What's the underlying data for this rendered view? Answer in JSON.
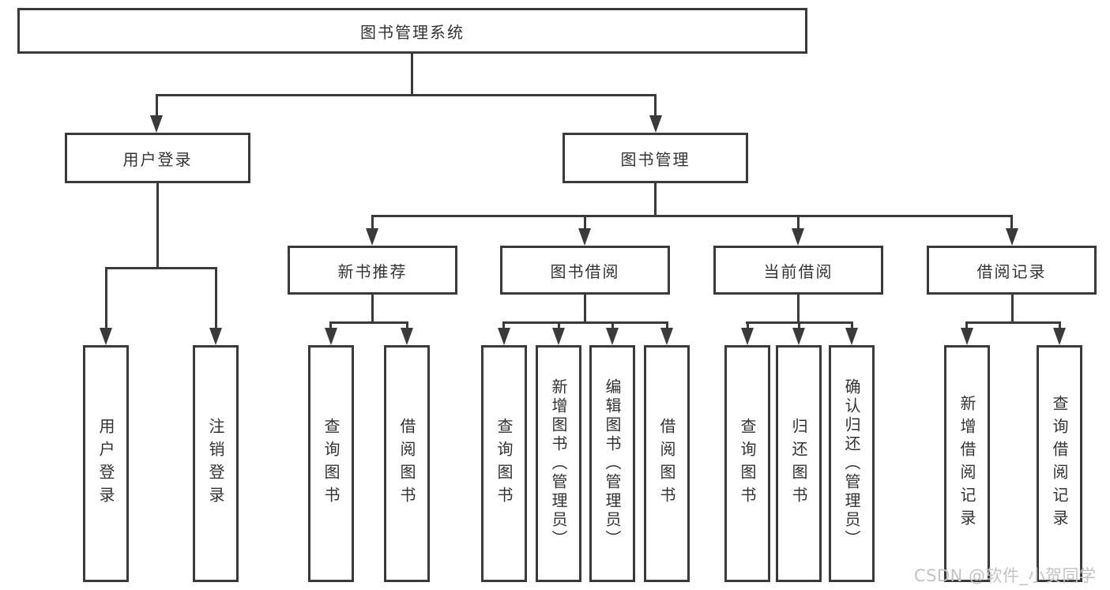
{
  "tree": {
    "label": "图书管理系统",
    "children": [
      {
        "label": "用户登录",
        "children": [
          {
            "label": "用户登录"
          },
          {
            "label": "注销登录"
          }
        ]
      },
      {
        "label": "图书管理",
        "children": [
          {
            "label": "新书推荐",
            "children": [
              {
                "label": "查询图书"
              },
              {
                "label": "借阅图书"
              }
            ]
          },
          {
            "label": "图书借阅",
            "children": [
              {
                "label": "查询图书"
              },
              {
                "label": "新增图书（管理员）"
              },
              {
                "label": "编辑图书（管理员）"
              },
              {
                "label": "借阅图书"
              }
            ]
          },
          {
            "label": "当前借阅",
            "children": [
              {
                "label": "查询图书"
              },
              {
                "label": "归还图书"
              },
              {
                "label": "确认归还（管理员）"
              }
            ]
          },
          {
            "label": "借阅记录",
            "children": [
              {
                "label": "新增借阅记录"
              },
              {
                "label": "查询借阅记录"
              }
            ]
          }
        ]
      }
    ]
  },
  "colors": {
    "line": "#3a3a3a",
    "text": "#333333",
    "watermark": "#c3c3c3"
  },
  "watermark": {
    "text": "CSDN @软件_小贺同学"
  }
}
